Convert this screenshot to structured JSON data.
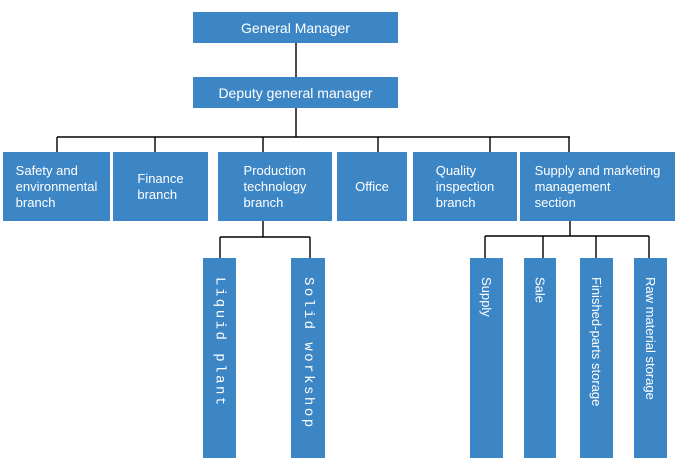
{
  "colors": {
    "box_fill": "#3d86c6",
    "box_text": "#ffffff",
    "connector": "#000000",
    "background": "#ffffff"
  },
  "org_chart": {
    "general_manager": {
      "label": "General Manager"
    },
    "deputy_general_manager": {
      "label": "Deputy general manager"
    },
    "departments": [
      {
        "label": "Safety and\nenvironmental\nbranch"
      },
      {
        "label": "Finance\nbranch"
      },
      {
        "label": "Production\ntechnology\nbranch"
      },
      {
        "label": "Office"
      },
      {
        "label": "Quality\ninspection\nbranch"
      },
      {
        "label": "Supply and marketing\nmanagement\nsection"
      }
    ],
    "production_units": [
      {
        "label": "Liquid plant"
      },
      {
        "label": "Solid workshop"
      }
    ],
    "supply_marketing_units": [
      {
        "label": "Supply"
      },
      {
        "label": "Sale"
      },
      {
        "label": "Finished-parts storage"
      },
      {
        "label": "Raw material storage"
      }
    ]
  }
}
